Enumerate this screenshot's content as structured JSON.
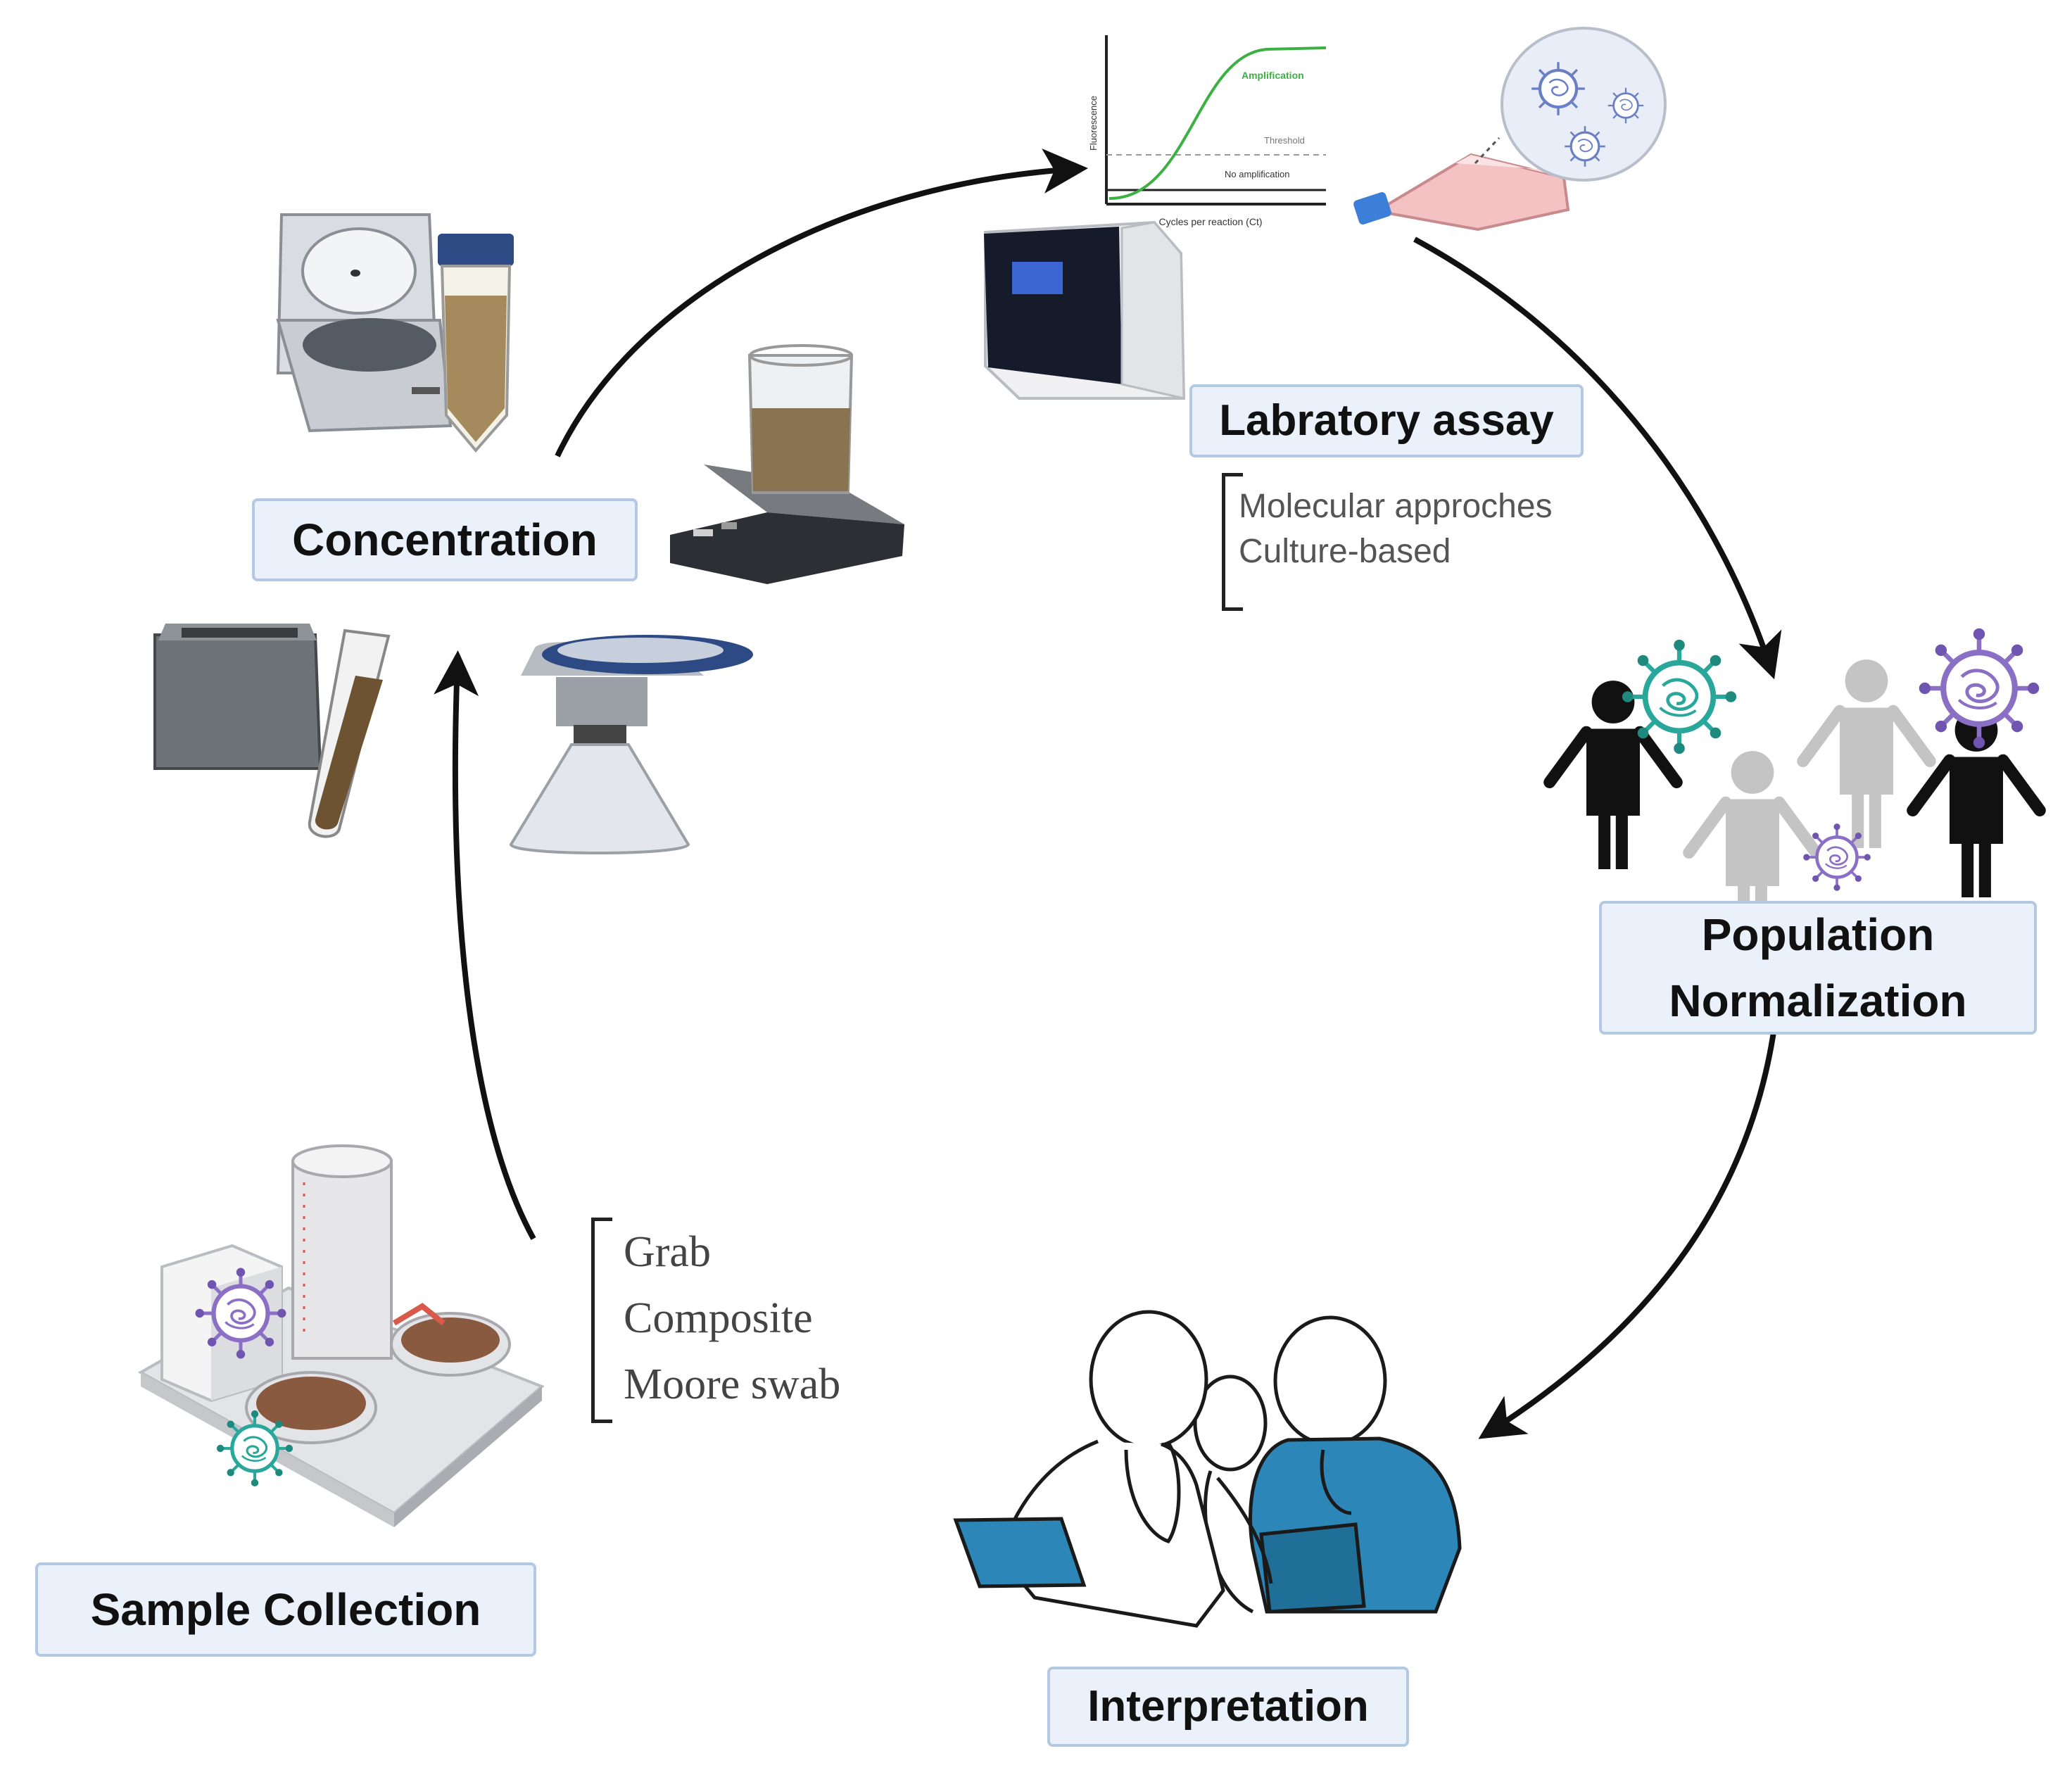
{
  "stages": {
    "concentration": "Concentration",
    "laboratory_assay": "Labratory assay",
    "population_normalization": [
      "Population",
      "Normalization"
    ],
    "interpretation": "Interpretation",
    "sample_collection": "Sample Collection"
  },
  "assay_methods": [
    "Molecular approches",
    "Culture-based"
  ],
  "sample_types": [
    "Grab",
    "Composite",
    "Moore swab"
  ],
  "qpcr_chart": {
    "ylabel": "Fluorescence",
    "xlabel": "Cycles per reaction (Ct)",
    "curve_labels": [
      "Amplification",
      "Threshold",
      "No amplification"
    ]
  },
  "colors": {
    "label_fill": "#eaf1fb",
    "label_border": "#b3c8e2",
    "arrow": "#111111",
    "amplification_curve": "#3cb043",
    "virus_purple": "#8a6fc4",
    "virus_teal": "#2aa79b",
    "scrubs_blue": "#2c87b8"
  },
  "icons": [
    "centrifuge-icon",
    "centrifuge-tube-icon",
    "magnetic-stirrer-icon",
    "beaker-icon",
    "ultrafiltration-device-icon",
    "test-tube-icon",
    "vacuum-filter-flask-icon",
    "qpcr-machine-icon",
    "cell-culture-flask-icon",
    "virus-icon",
    "people-icon",
    "health-workers-icon",
    "composite-sampler-icon"
  ]
}
